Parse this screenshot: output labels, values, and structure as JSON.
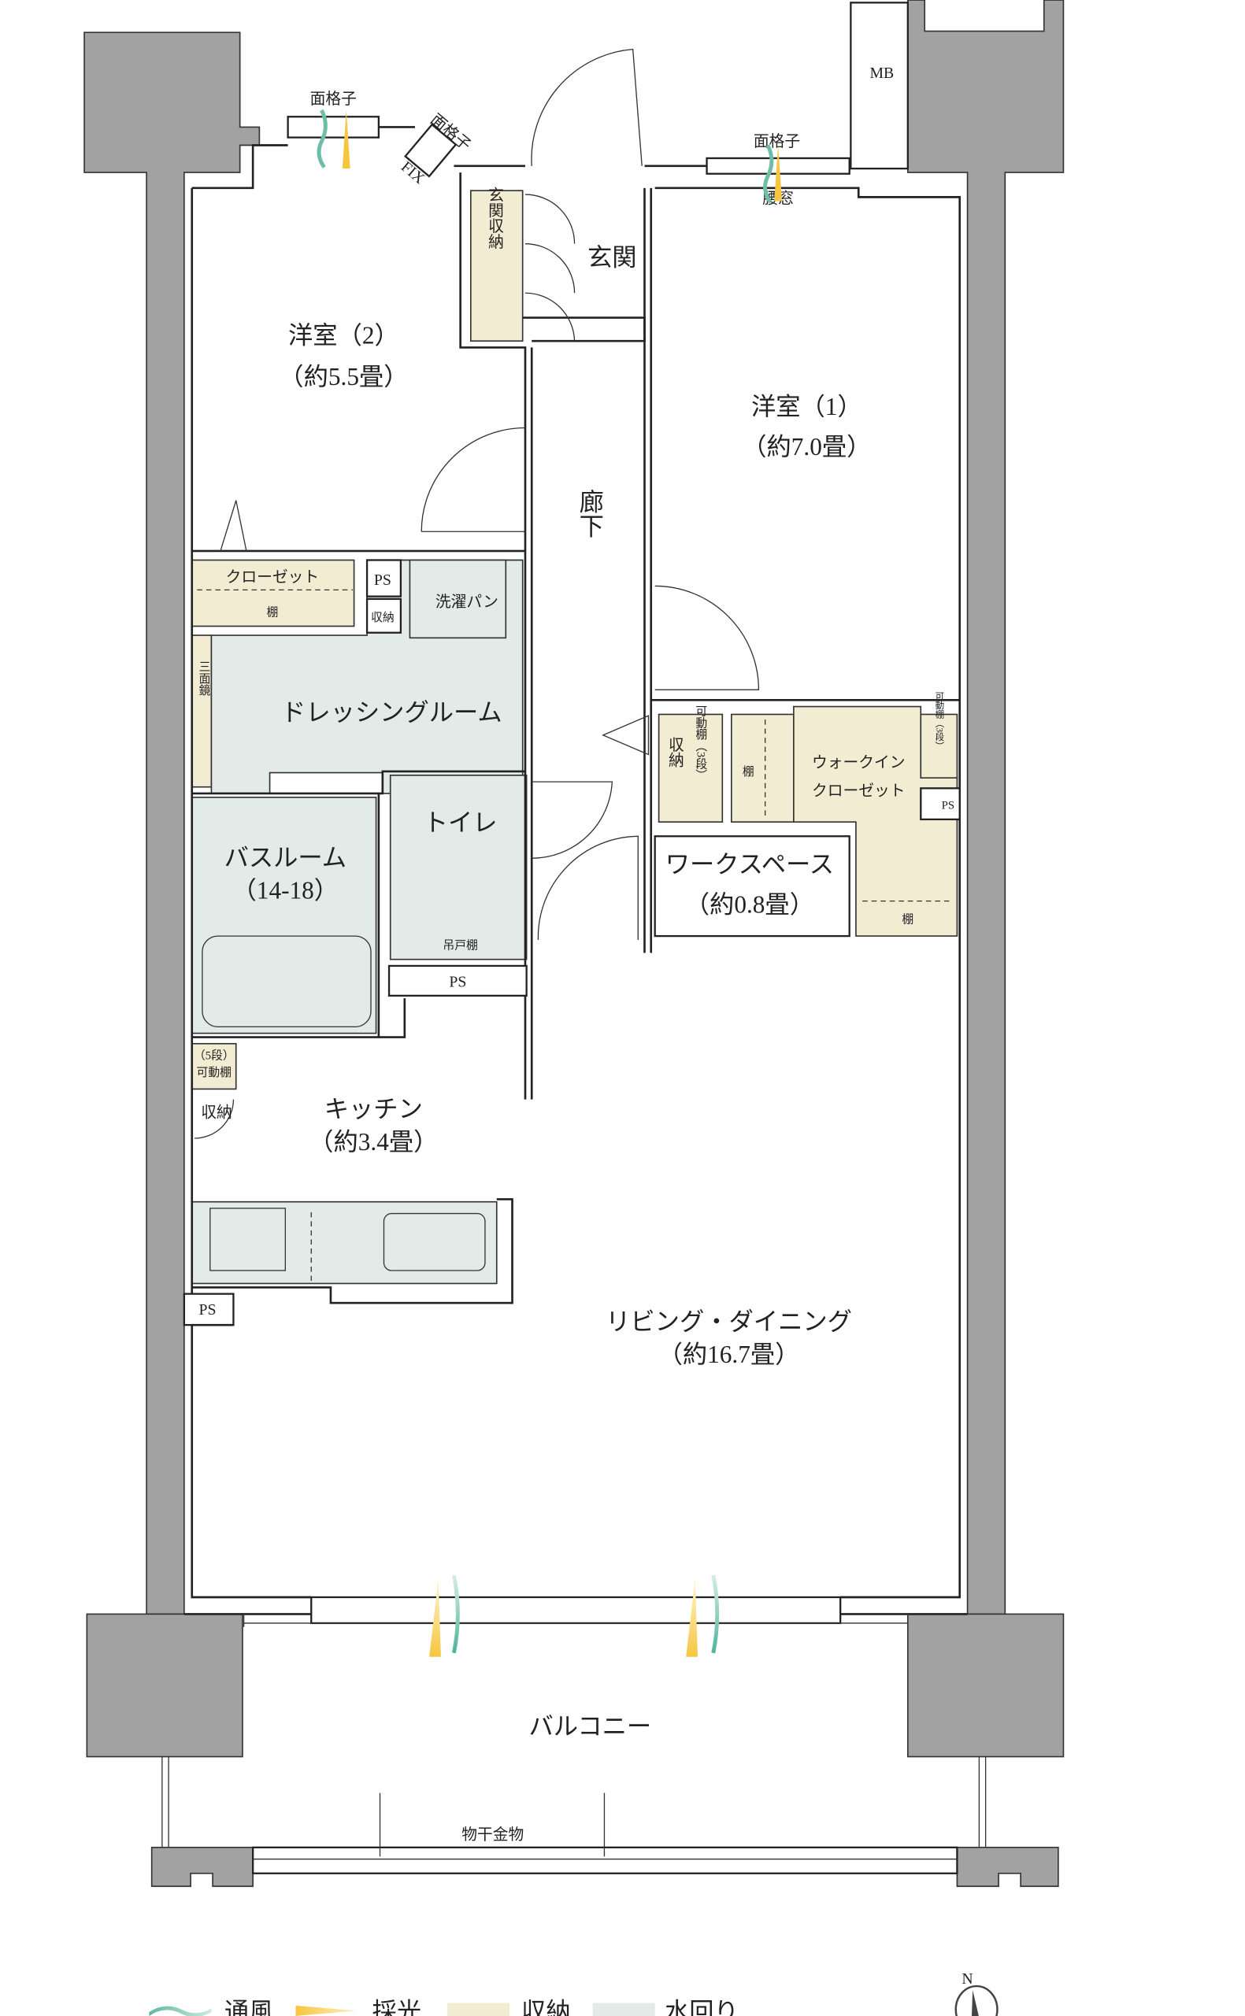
{
  "colors": {
    "wall": "#a2a2a2",
    "storage": "#f2ecd3",
    "wet_area": "#e2ebe7",
    "ventilation": "#6cbfa6",
    "daylight": "#f7c948"
  },
  "windows": {
    "lattice_1": "面格子",
    "lattice_2": "面格子",
    "fix": "FIX",
    "lattice_3": "面格子",
    "waist_window": "腰窓"
  },
  "mb": "MB",
  "rooms": {
    "entrance_storage": "玄関収納",
    "entrance": "玄関",
    "western2_name": "洋室（2）",
    "western2_size": "（約5.5畳）",
    "western1_name": "洋室（1）",
    "western1_size": "（約7.0畳）",
    "corridor": "廊下",
    "closet": "クローゼット",
    "closet_shelf": "棚",
    "ps1": "PS",
    "small_storage": "収納",
    "washer_pan": "洗濯パン",
    "triple_mirror": "三面鏡",
    "dressing_room": "ドレッシングルーム",
    "wic_storage": "収納",
    "wic_adj_shelf": "可動棚（3段）",
    "wic_shelf": "棚",
    "wic_name_1": "ウォークイン",
    "wic_name_2": "クローゼット",
    "wic_adj_shelf2": "可動棚（3段）",
    "ps2": "PS",
    "toilet": "トイレ",
    "bathroom_name": "バスルーム",
    "bathroom_size": "（14-18）",
    "workspace_name": "ワークスペース",
    "workspace_size": "（約0.8畳）",
    "hanging_shelf": "吊戸棚",
    "workspace_shelf": "棚",
    "ps3": "PS",
    "kitchen_shelf_1": "（5段）",
    "kitchen_shelf_2": "可動棚",
    "kitchen_storage": "収納",
    "kitchen_name": "キッチン",
    "kitchen_size": "（約3.4畳）",
    "ps4": "PS",
    "ld_name": "リビング・ダイニング",
    "ld_size": "（約16.7畳）",
    "balcony": "バルコニー",
    "drying_hardware": "物干金物"
  },
  "legend": [
    {
      "label": "通風",
      "icon": "wind-icon"
    },
    {
      "label": "採光",
      "icon": "sunlight-icon"
    },
    {
      "label": "収納",
      "icon": "storage-swatch"
    },
    {
      "label": "水回り",
      "icon": "wet-area-swatch"
    }
  ],
  "compass": "N"
}
